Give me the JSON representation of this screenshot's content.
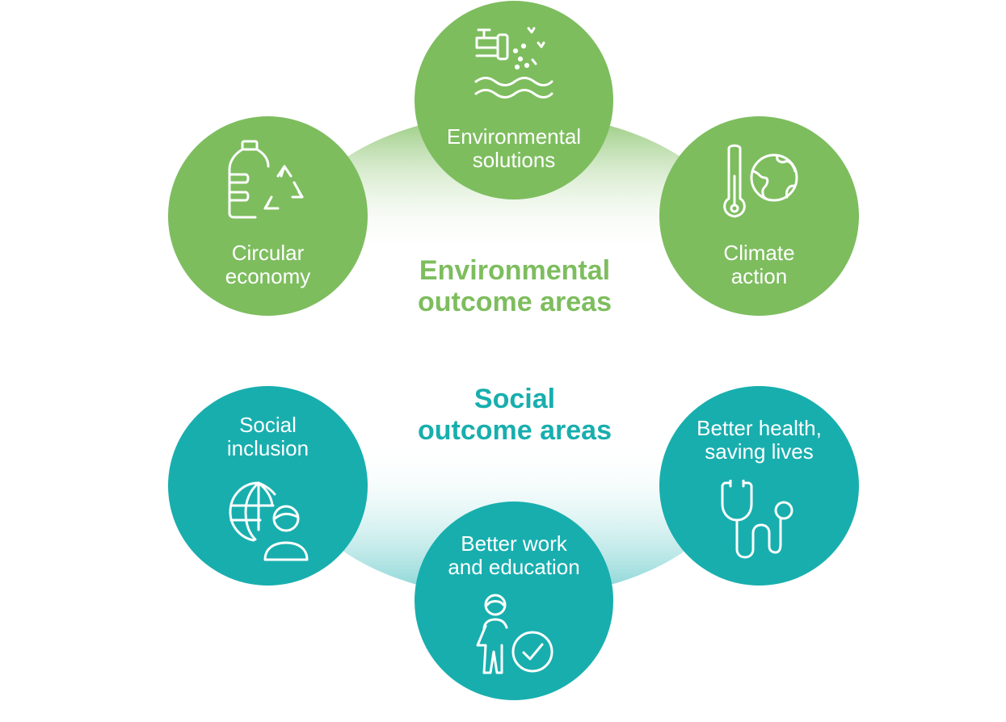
{
  "environmental": {
    "title_line1": "Environmental",
    "title_line2": "outcome areas",
    "color": "#7dbd5e",
    "items": [
      {
        "line1": "Environmental",
        "line2": "solutions",
        "icon": "water-pollution-icon"
      },
      {
        "line1": "Circular",
        "line2": "economy",
        "icon": "recycle-bottle-icon"
      },
      {
        "line1": "Climate",
        "line2": "action",
        "icon": "thermometer-globe-icon"
      }
    ]
  },
  "social": {
    "title_line1": "Social",
    "title_line2": "outcome areas",
    "color": "#18aeae",
    "items": [
      {
        "line1": "Social",
        "line2": "inclusion",
        "icon": "globe-person-icon"
      },
      {
        "line1": "Better health,",
        "line2": "saving lives",
        "icon": "stethoscope-icon"
      },
      {
        "line1": "Better work",
        "line2": "and education",
        "icon": "person-checkmark-icon"
      }
    ]
  }
}
